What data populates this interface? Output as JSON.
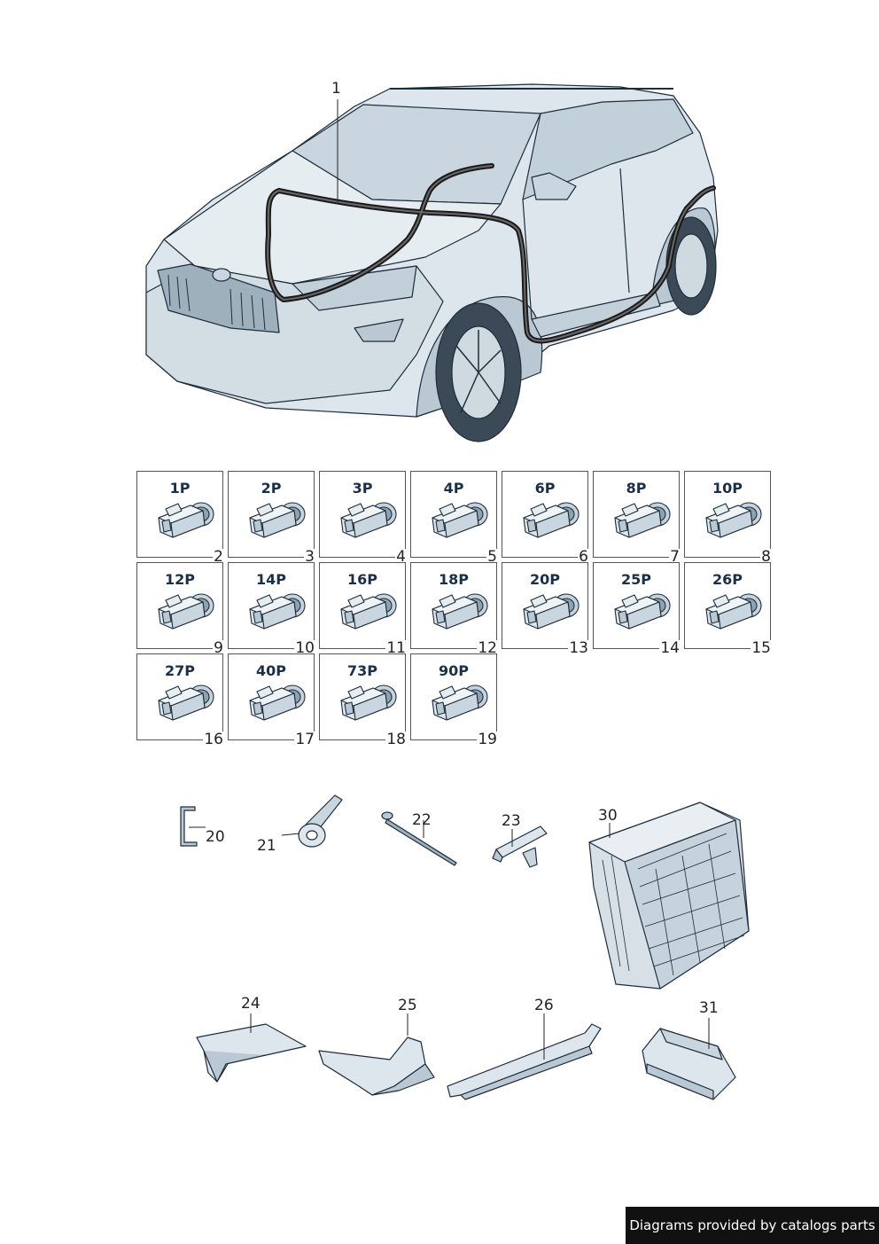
{
  "callouts": {
    "harness": "1",
    "small_parts": [
      "20",
      "21",
      "22",
      "23",
      "30",
      "24",
      "25",
      "26",
      "31"
    ]
  },
  "connectors": [
    {
      "pins": "1P",
      "number": "2"
    },
    {
      "pins": "2P",
      "number": "3"
    },
    {
      "pins": "3P",
      "number": "4"
    },
    {
      "pins": "4P",
      "number": "5"
    },
    {
      "pins": "6P",
      "number": "6"
    },
    {
      "pins": "8P",
      "number": "7"
    },
    {
      "pins": "10P",
      "number": "8"
    },
    {
      "pins": "12P",
      "number": "9"
    },
    {
      "pins": "14P",
      "number": "10"
    },
    {
      "pins": "16P",
      "number": "11"
    },
    {
      "pins": "18P",
      "number": "12"
    },
    {
      "pins": "20P",
      "number": "13"
    },
    {
      "pins": "25P",
      "number": "14"
    },
    {
      "pins": "26P",
      "number": "15"
    },
    {
      "pins": "27P",
      "number": "16"
    },
    {
      "pins": "40P",
      "number": "17"
    },
    {
      "pins": "73P",
      "number": "18"
    },
    {
      "pins": "90P",
      "number": "19"
    }
  ],
  "footer": {
    "text": "Diagrams provided by catalogs parts"
  },
  "colors": {
    "car_fill": "#dde6ec",
    "car_shade": "#b9c8d3",
    "outline": "#1d2d3b",
    "harness": "#1a1a1a",
    "pin_label": "#1a2f4a"
  }
}
